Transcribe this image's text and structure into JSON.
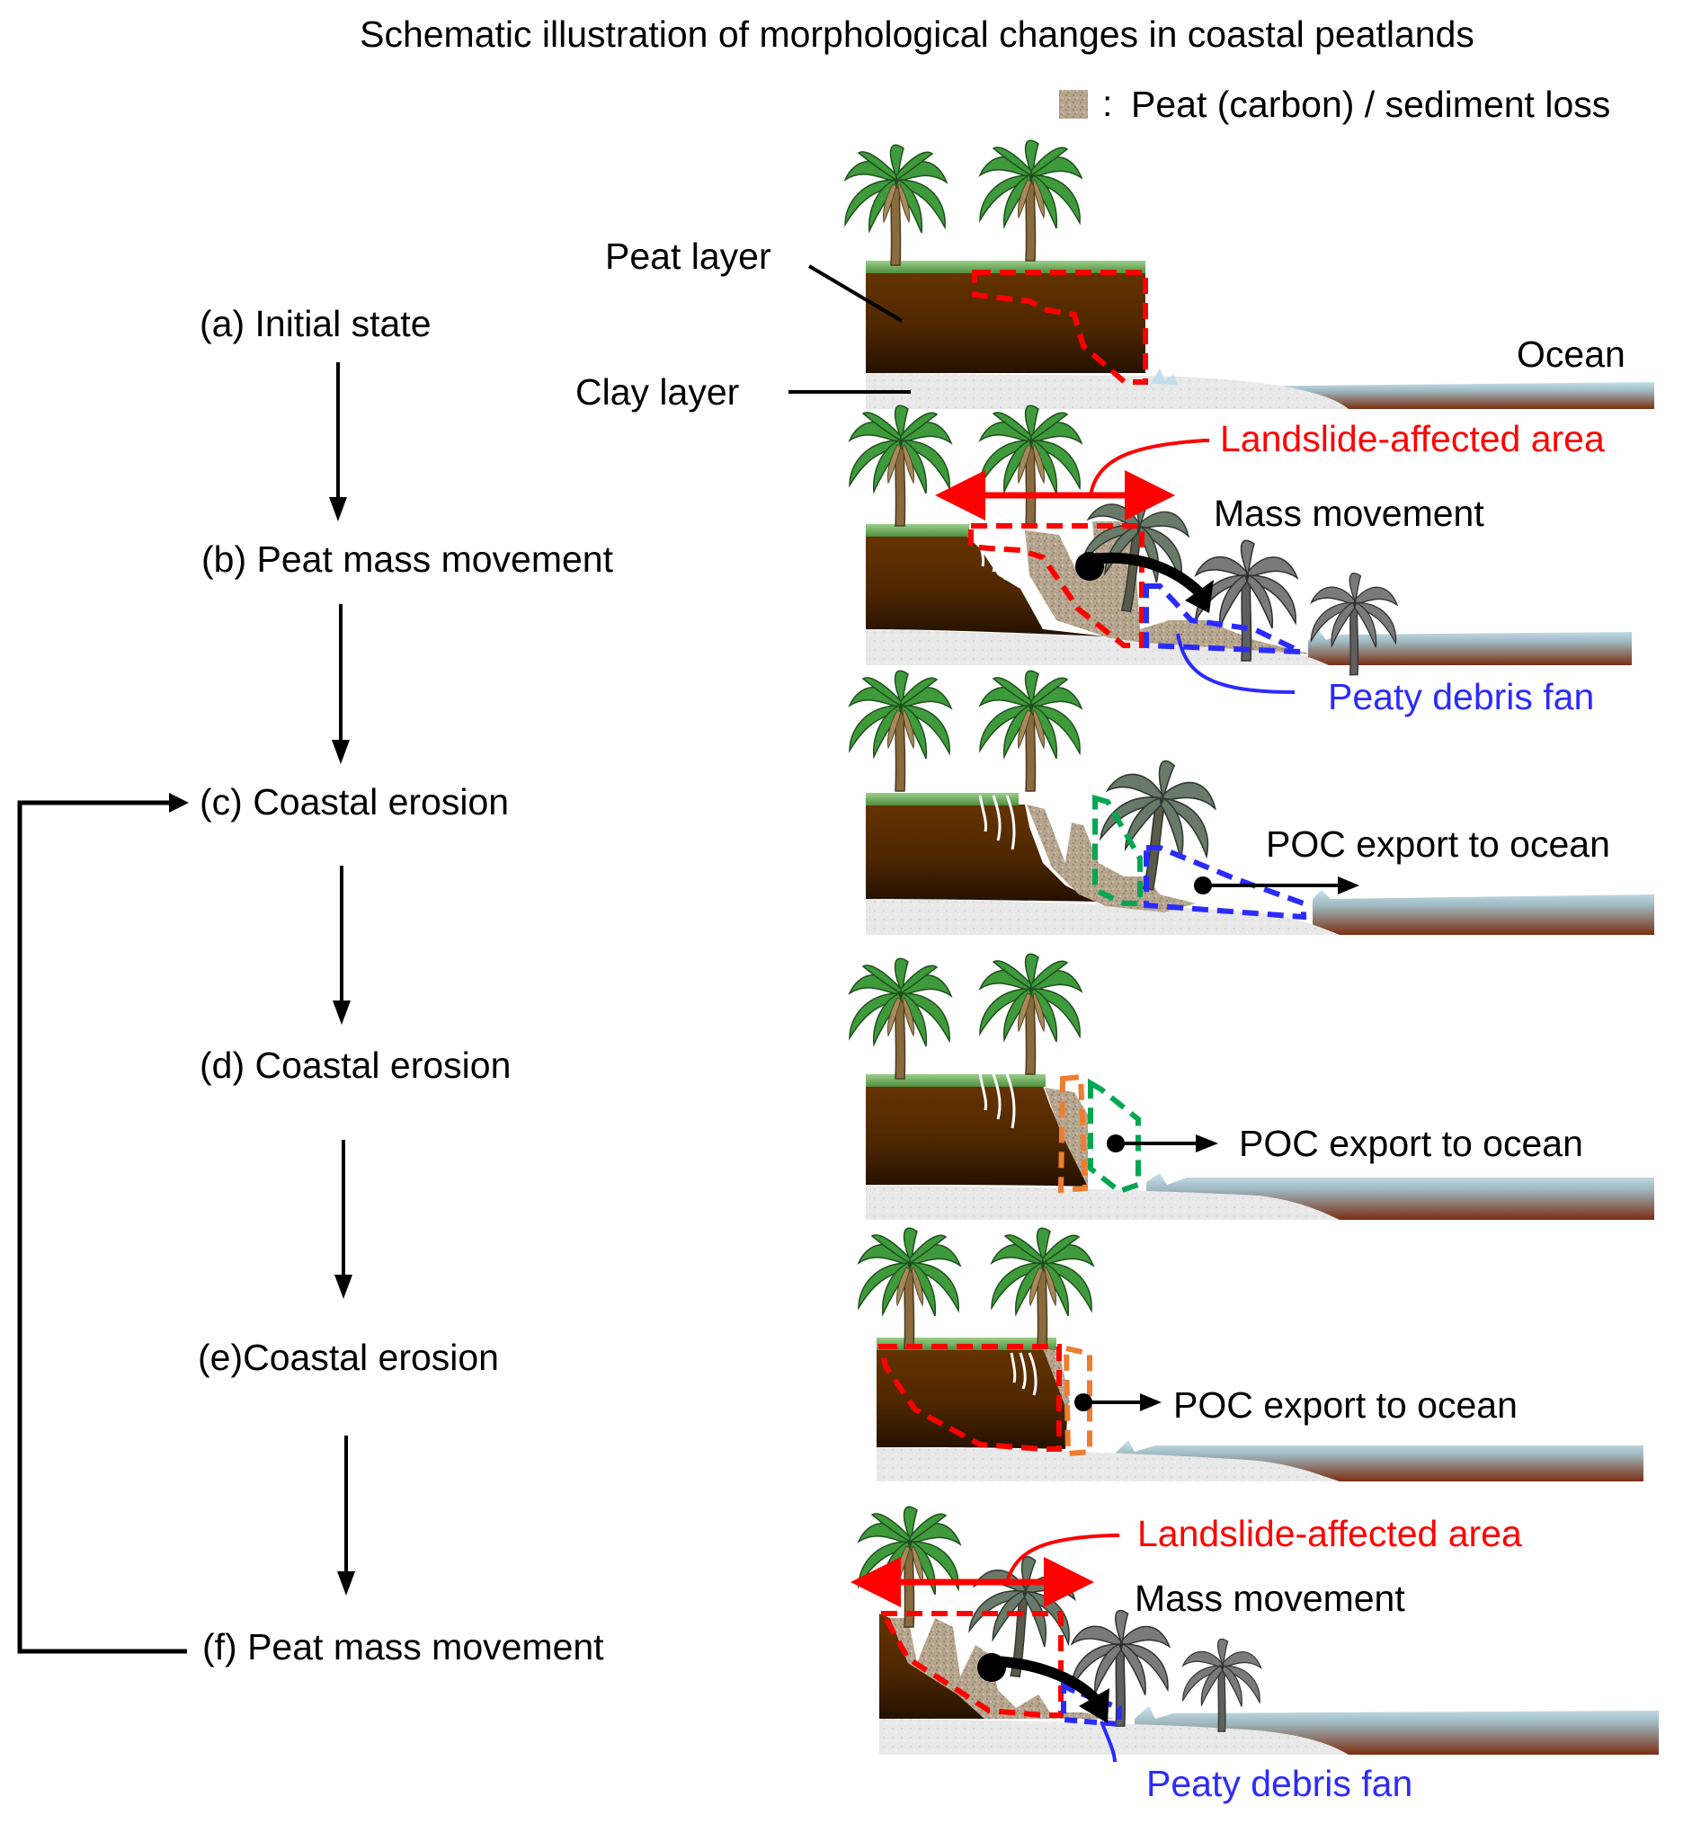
{
  "figure": {
    "title": "Schematic illustration of morphological changes in coastal peatlands",
    "legend": {
      "swatch_icon": "peat-texture-swatch",
      "separator": ":",
      "label": "Peat (carbon) / sediment loss"
    }
  },
  "flow": {
    "stages": [
      {
        "id": "a",
        "label": "(a) Initial state"
      },
      {
        "id": "b",
        "label": "(b) Peat mass movement"
      },
      {
        "id": "c",
        "label": "(c) Coastal erosion"
      },
      {
        "id": "d",
        "label": "(d) Coastal erosion"
      },
      {
        "id": "e",
        "label": "(e)Coastal erosion"
      },
      {
        "id": "f",
        "label": "(f) Peat mass movement"
      }
    ],
    "loop": {
      "from": "f",
      "to": "c"
    }
  },
  "panels": {
    "a": {
      "peat_layer_label": "Peat layer",
      "clay_layer_label": "Clay layer",
      "ocean_label": "Ocean"
    },
    "b": {
      "landslide_label": "Landslide-affected area",
      "mass_movement_label": "Mass movement",
      "debris_fan_label": "Peaty debris fan"
    },
    "c": {
      "poc_label": "POC export to ocean"
    },
    "d": {
      "poc_label": "POC export to ocean"
    },
    "e": {
      "poc_label": "POC export to ocean"
    },
    "f": {
      "landslide_label": "Landslide-affected area",
      "mass_movement_label": "Mass movement",
      "debris_fan_label": "Peaty debris fan"
    }
  },
  "colors": {
    "landslide_outline": "#ff0000",
    "debris_fan_outline": "#2b2bff",
    "erosion_c_outline": "#00a651",
    "erosion_d_outline": "#ed7d31",
    "peat_top": "#633200",
    "peat_bottom": "#2a1400",
    "clay": "#e6e6e6",
    "debris": "#b5a48e",
    "ocean_top": "#bfe0ea",
    "ocean_bottom": "#7a2e12",
    "palm_green": "#3f9a3c",
    "palm_dead": "#6e6e6e"
  }
}
